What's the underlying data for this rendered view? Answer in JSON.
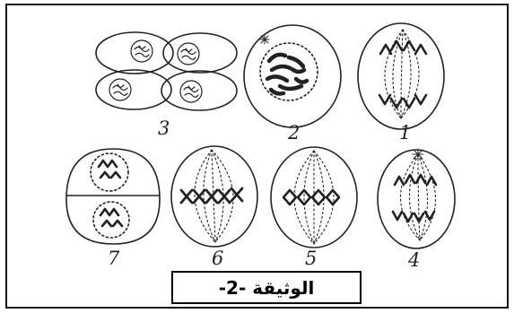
{
  "document": {
    "label": "الوثيقة -2-"
  },
  "cells": [
    {
      "number": "1",
      "stage": "anaphase"
    },
    {
      "number": "2",
      "stage": "prophase"
    },
    {
      "number": "3",
      "stage": "four-daughter-cells"
    },
    {
      "number": "4",
      "stage": "anaphase"
    },
    {
      "number": "5",
      "stage": "metaphase"
    },
    {
      "number": "6",
      "stage": "metaphase"
    },
    {
      "number": "7",
      "stage": "telophase"
    }
  ],
  "colors": {
    "ink": "#222222",
    "frame": "#111111",
    "background": "#ffffff"
  }
}
